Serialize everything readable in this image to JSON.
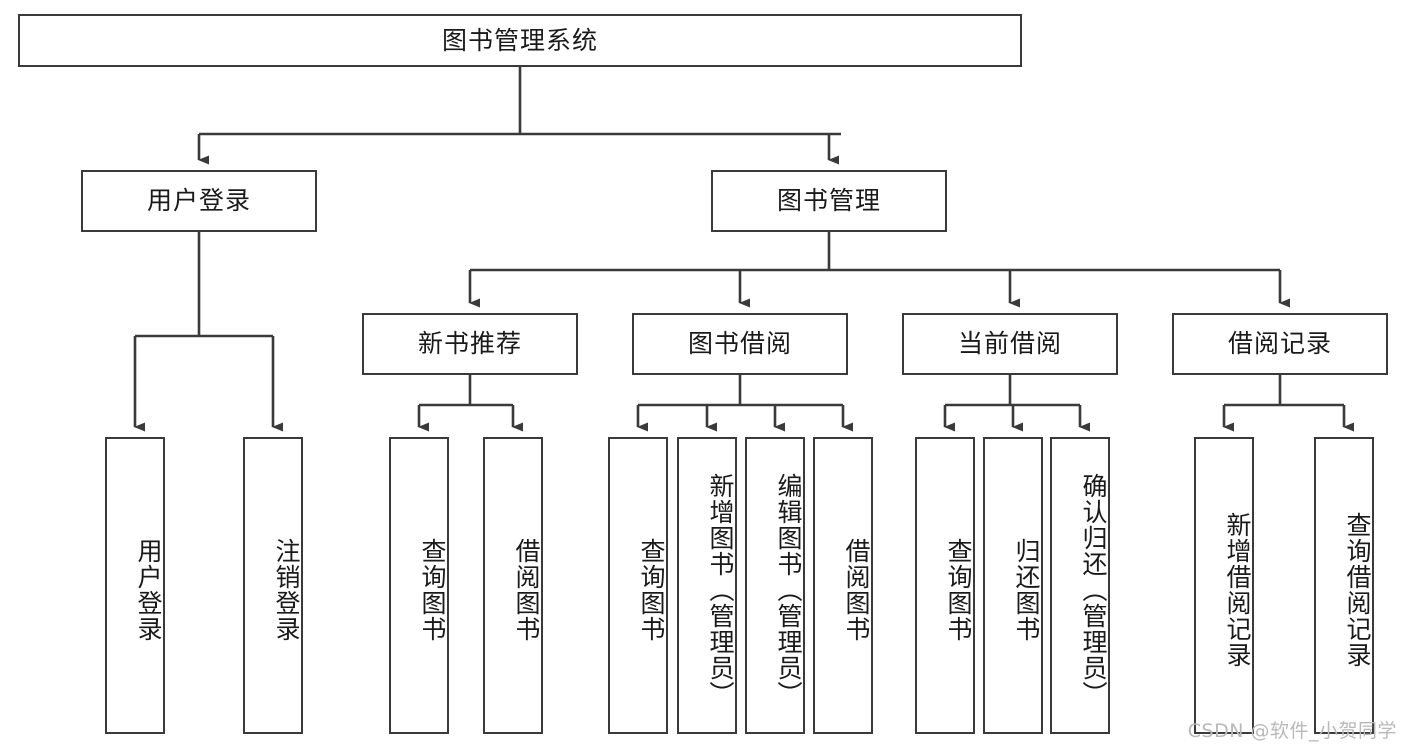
{
  "diagram": {
    "type": "tree",
    "title": "图书管理系统",
    "orientation": "top-down",
    "background_color": "#ffffff",
    "node_border_color": "#3a3a3a",
    "edge_color": "#3a3a3a",
    "text_color": "#1a1a1a",
    "nodes": {
      "root": {
        "label": "图书管理系统",
        "level": 1,
        "orientation": "horizontal"
      },
      "l2_1": {
        "label": "用户登录",
        "level": 2,
        "orientation": "horizontal"
      },
      "l2_2": {
        "label": "图书管理",
        "level": 2,
        "orientation": "horizontal"
      },
      "l3_1": {
        "label": "新书推荐",
        "level": 3,
        "orientation": "horizontal"
      },
      "l3_2": {
        "label": "图书借阅",
        "level": 3,
        "orientation": "horizontal"
      },
      "l3_3": {
        "label": "当前借阅",
        "level": 3,
        "orientation": "horizontal"
      },
      "l3_4": {
        "label": "借阅记录",
        "level": 3,
        "orientation": "horizontal"
      },
      "leaf_1": {
        "label": "用户登录",
        "level": 4,
        "orientation": "vertical",
        "parent": "用户登录"
      },
      "leaf_2": {
        "label": "注销登录",
        "level": 4,
        "orientation": "vertical",
        "parent": "用户登录"
      },
      "leaf_3": {
        "label": "查询图书",
        "level": 4,
        "orientation": "vertical",
        "parent": "新书推荐"
      },
      "leaf_4": {
        "label": "借阅图书",
        "level": 4,
        "orientation": "vertical",
        "parent": "新书推荐"
      },
      "leaf_5": {
        "label": "查询图书",
        "level": 4,
        "orientation": "vertical",
        "parent": "图书借阅"
      },
      "leaf_6": {
        "label": "新增图书（管理员）",
        "level": 4,
        "orientation": "vertical",
        "parent": "图书借阅"
      },
      "leaf_7": {
        "label": "编辑图书（管理员）",
        "level": 4,
        "orientation": "vertical",
        "parent": "图书借阅"
      },
      "leaf_8": {
        "label": "借阅图书",
        "level": 4,
        "orientation": "vertical",
        "parent": "图书借阅"
      },
      "leaf_9": {
        "label": "查询图书",
        "level": 4,
        "orientation": "vertical",
        "parent": "当前借阅"
      },
      "leaf_10": {
        "label": "归还图书",
        "level": 4,
        "orientation": "vertical",
        "parent": "当前借阅"
      },
      "leaf_11": {
        "label": "确认归还（管理员）",
        "level": 4,
        "orientation": "vertical",
        "parent": "当前借阅"
      },
      "leaf_12": {
        "label": "新增借阅记录",
        "level": 4,
        "orientation": "vertical",
        "parent": "借阅记录"
      },
      "leaf_13": {
        "label": "查询借阅记录",
        "level": 4,
        "orientation": "vertical",
        "parent": "借阅记录"
      }
    }
  },
  "watermark": {
    "text": "CSDN @软件_小贺同学"
  }
}
